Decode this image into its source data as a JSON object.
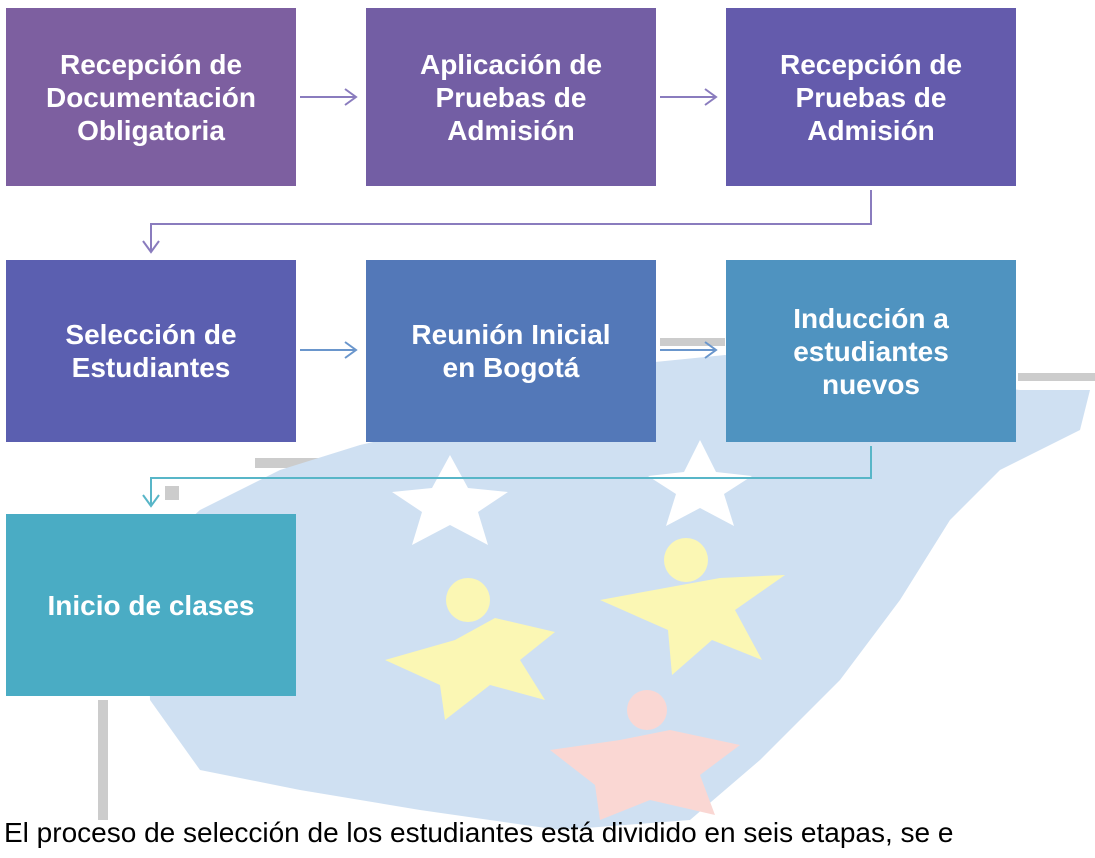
{
  "steps": [
    {
      "label": "Recepción de\nDocumentación\nObligatoria",
      "color": "#7d5fa0"
    },
    {
      "label": "Aplicación de\nPruebas de\nAdmisión",
      "color": "#735ea4"
    },
    {
      "label": "Recepción de\nPruebas de\nAdmisión",
      "color": "#645bac"
    },
    {
      "label": "Selección de\nEstudiantes",
      "color": "#5b5fb0"
    },
    {
      "label": "Reunión Inicial\nen Bogotá",
      "color": "#5378b8"
    },
    {
      "label": "Inducción a\nestudiantes\nnuevos",
      "color": "#4f93c0"
    },
    {
      "label": "Inicio de clases",
      "color": "#4aacc4"
    }
  ],
  "colors": {
    "arrow_purple": "#8a7cbe",
    "arrow_blue": "#6a96cc",
    "arrow_teal": "#58b6c8",
    "watermark_blue": "#cfe0f2",
    "watermark_yellow": "#fbf7b4",
    "watermark_pink": "#fad7d3",
    "watermark_gray": "#cccccc"
  },
  "caption": "El proceso de selección de los estudiantes está dividido en seis etapas, se e"
}
